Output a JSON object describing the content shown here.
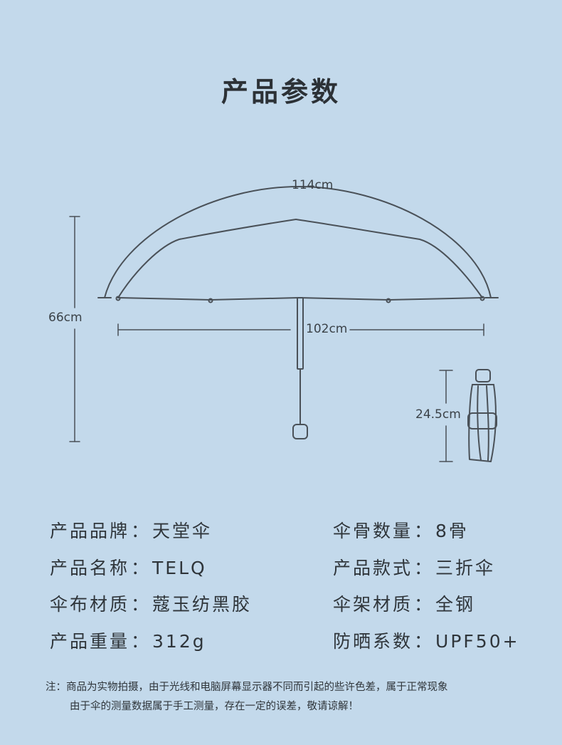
{
  "title": "产品参数",
  "dimensions": {
    "open_arc": "114cm",
    "open_width": "102cm",
    "height": "66cm",
    "folded_length": "24.5cm"
  },
  "specs": [
    {
      "label": "产品品牌",
      "value": "天堂伞"
    },
    {
      "label": "伞骨数量",
      "value": "8骨"
    },
    {
      "label": "产品名称",
      "value": "TELQ"
    },
    {
      "label": "产品款式",
      "value": "三折伞"
    },
    {
      "label": "伞布材质",
      "value": "蔻玉纺黑胶"
    },
    {
      "label": "伞架材质",
      "value": "全钢"
    },
    {
      "label": "产品重量",
      "value": "312g"
    },
    {
      "label": "防晒系数",
      "value": "UPF50+"
    }
  ],
  "separator": "：",
  "note": {
    "line1": "注：商品为实物拍摄，由于光线和电脑屏幕显示器不同而引起的些许色差，属于正常现象",
    "line2": "由于伞的测量数据属于手工测量，存在一定的误差，敬请谅解！"
  },
  "colors": {
    "background": "#c3d9eb",
    "line": "#4a5158",
    "text": "#2f353a"
  }
}
